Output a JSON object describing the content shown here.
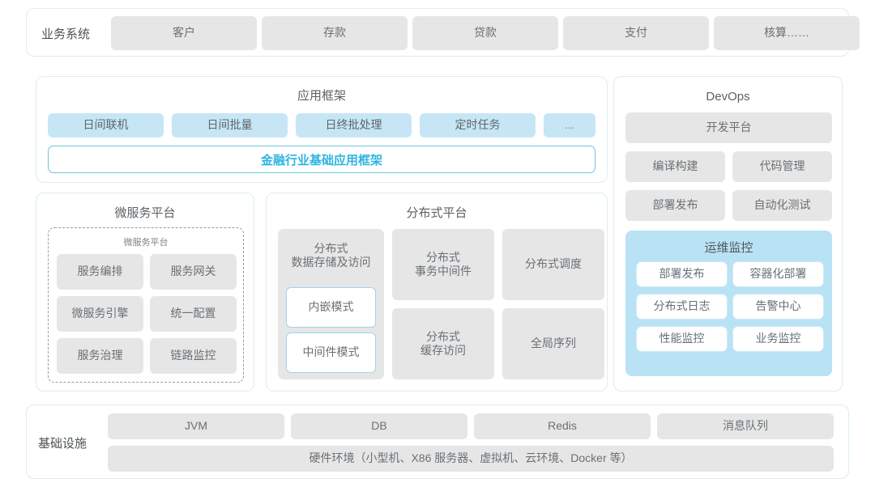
{
  "colors": {
    "shell_border": "#d9eef2",
    "pill_gray": "#e6e6e6",
    "pill_blue": "#c6e6f5",
    "accent_cyan": "#2eb4e0",
    "framework_border": "#6dc6d8",
    "monitor_bg": "#b9e2f5",
    "text_primary": "#4c5155",
    "text_secondary": "#6a7075"
  },
  "business_system": {
    "label": "业务系统",
    "items": [
      {
        "label": "客户"
      },
      {
        "label": "存款"
      },
      {
        "label": "贷款"
      },
      {
        "label": "支付"
      },
      {
        "label": "核算……"
      }
    ]
  },
  "app_framework": {
    "title": "应用框架",
    "items": [
      {
        "label": "日间联机"
      },
      {
        "label": "日间批量"
      },
      {
        "label": "日终批处理"
      },
      {
        "label": "定时任务"
      },
      {
        "label": "..."
      }
    ],
    "strip": "金融行业基础应用框架"
  },
  "devops": {
    "title": "DevOps",
    "platform": "开发平台",
    "items": [
      {
        "label": "编译构建"
      },
      {
        "label": "代码管理"
      },
      {
        "label": "部署发布"
      },
      {
        "label": "自动化测试"
      }
    ],
    "monitoring": {
      "title": "运维监控",
      "items": [
        {
          "label": "部署发布"
        },
        {
          "label": "容器化部署"
        },
        {
          "label": "分布式日志"
        },
        {
          "label": "告警中心"
        },
        {
          "label": "性能监控"
        },
        {
          "label": "业务监控"
        }
      ]
    }
  },
  "microservice": {
    "title": "微服务平台",
    "inner_title": "微服务平台",
    "items": [
      {
        "label": "服务编排"
      },
      {
        "label": "服务网关"
      },
      {
        "label": "微服务引擎"
      },
      {
        "label": "统一配置"
      },
      {
        "label": "服务治理"
      },
      {
        "label": "链路监控"
      }
    ]
  },
  "distributed": {
    "title": "分布式平台",
    "storage": {
      "label": "分布式\n数据存储及访问",
      "modes": [
        {
          "label": "内嵌模式"
        },
        {
          "label": "中间件模式"
        }
      ]
    },
    "items": [
      {
        "label": "分布式\n事务中间件"
      },
      {
        "label": "分布式调度"
      },
      {
        "label": "分布式\n缓存访问"
      },
      {
        "label": "全局序列"
      }
    ]
  },
  "infrastructure": {
    "label": "基础设施",
    "items": [
      {
        "label": "JVM"
      },
      {
        "label": "DB"
      },
      {
        "label": "Redis"
      },
      {
        "label": "消息队列"
      }
    ],
    "hardware": "硬件环境（小型机、X86 服务器、虚拟机、云环境、Docker 等）"
  }
}
